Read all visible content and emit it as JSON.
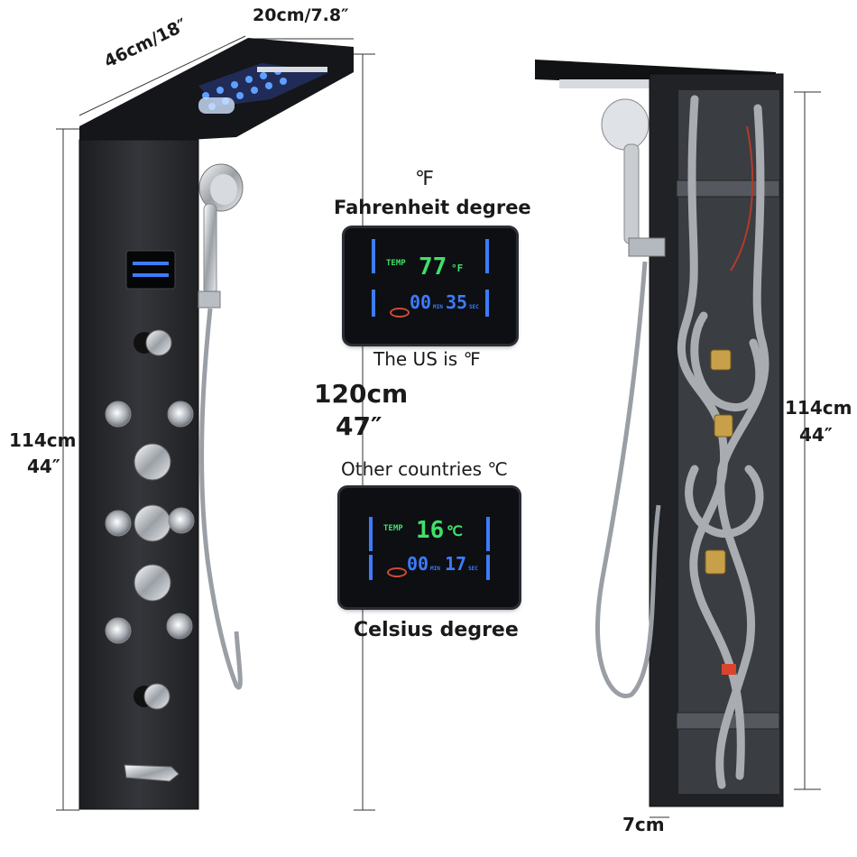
{
  "dimensions": {
    "top_width": "20cm/7.8″",
    "top_depth": "46cm/18″",
    "left_height_cm": "114cm",
    "left_height_in": "44″",
    "center_height_cm": "120cm",
    "center_height_in": "47″",
    "right_height_cm": "114cm",
    "right_height_in": "44″",
    "bottom_depth": "7cm"
  },
  "fahrenheit": {
    "symbol": "℉",
    "heading": "Fahrenheit degree",
    "caption": "The US is ℉",
    "display": {
      "temp_label": "TEMP",
      "temp_value": "77",
      "unit": "°F",
      "time_min": "00",
      "time_sec": "35",
      "min_label": "MIN",
      "sec_label": "SEC"
    }
  },
  "celsius": {
    "caption": "Other countries ℃",
    "heading": "Celsius degree",
    "display": {
      "temp_label": "TEMP",
      "temp_value": "16",
      "unit": "℃",
      "time_min": "00",
      "time_sec": "17",
      "min_label": "MIN",
      "sec_label": "SEC"
    }
  },
  "colors": {
    "panel_body": "#2b2d31",
    "display_green": "#3fe06a",
    "display_blue": "#3d7bff",
    "hose_gray": "#a9adb2",
    "fitting_brass": "#c9a04a"
  }
}
